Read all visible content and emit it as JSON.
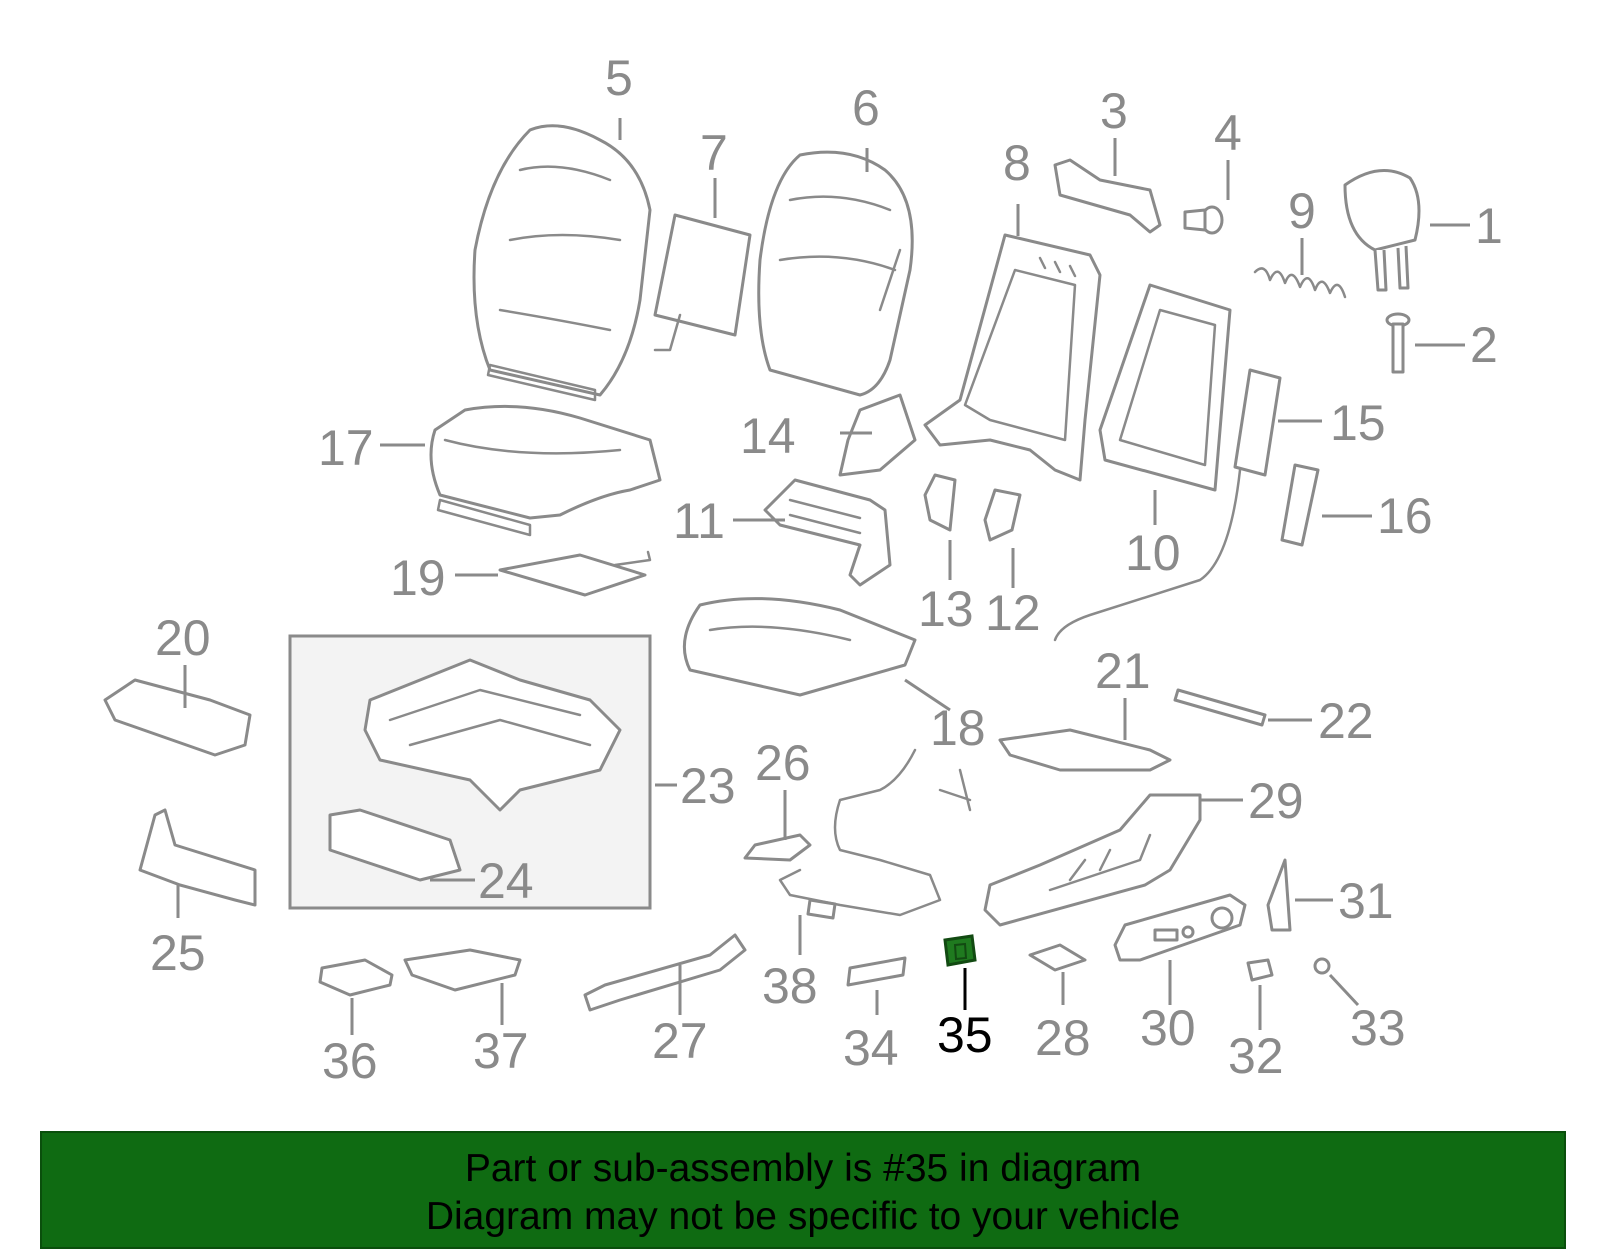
{
  "diagram": {
    "highlight_label": "35",
    "highlight_color": "#1f7a1f",
    "callouts": [
      "1",
      "2",
      "3",
      "4",
      "5",
      "6",
      "7",
      "8",
      "9",
      "10",
      "11",
      "12",
      "13",
      "14",
      "15",
      "16",
      "17",
      "18",
      "19",
      "20",
      "21",
      "22",
      "23",
      "24",
      "25",
      "26",
      "27",
      "28",
      "29",
      "30",
      "31",
      "32",
      "33",
      "34",
      "35",
      "36",
      "37",
      "38"
    ]
  },
  "banner": {
    "line1": "Part or sub-assembly is #35 in diagram",
    "line2": "Diagram may not be specific to your vehicle",
    "background": "#0f6b12"
  }
}
